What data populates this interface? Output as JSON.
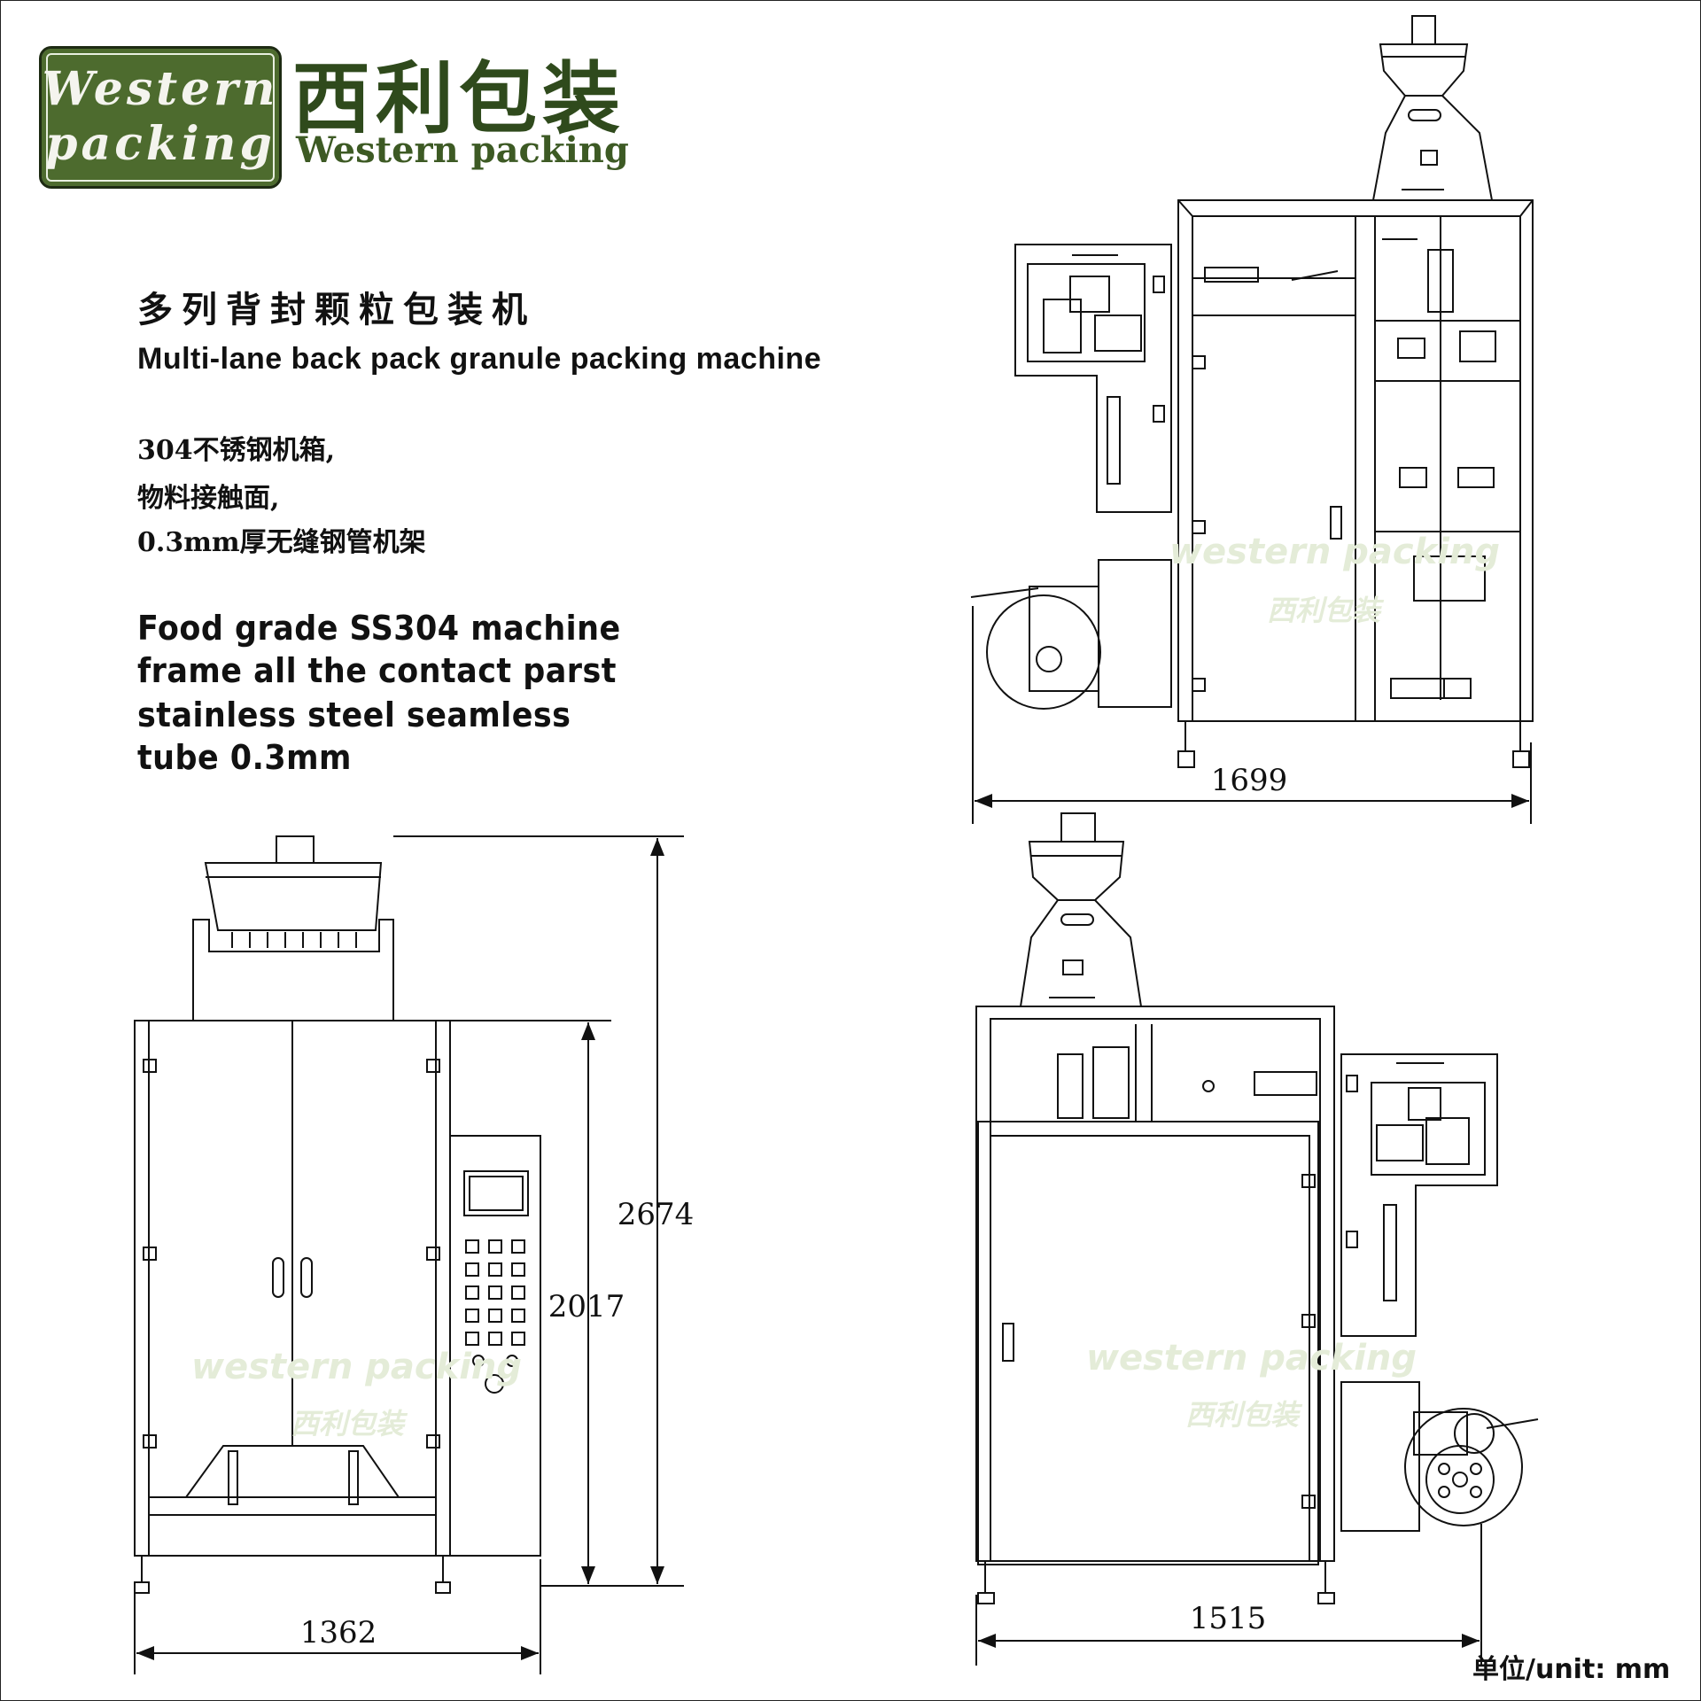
{
  "brand": {
    "logo_line1": "Western",
    "logo_line2": "packing",
    "name_cn": "西利包装",
    "name_en": "Western packing",
    "color": "#4d6b2e"
  },
  "title": {
    "cn": "多列背封颗粒包装机",
    "en": "Multi-lane back pack granule packing machine"
  },
  "specs_cn": [
    "304不锈钢机箱,",
    "物料接触面,",
    "0.3mm厚无缝钢管机架"
  ],
  "specs_en": [
    "Food grade SS304 machine",
    "frame all the contact parst",
    "stainless  steel  seamless",
    "tube 0.3mm"
  ],
  "dimensions": {
    "side_width": "1699",
    "front_width": "1362",
    "side2_width": "1515",
    "total_height": "2674",
    "frame_height": "2017"
  },
  "watermark": {
    "en": "western packing",
    "cn": "西利包装"
  },
  "unit_note": "单位/unit: mm"
}
